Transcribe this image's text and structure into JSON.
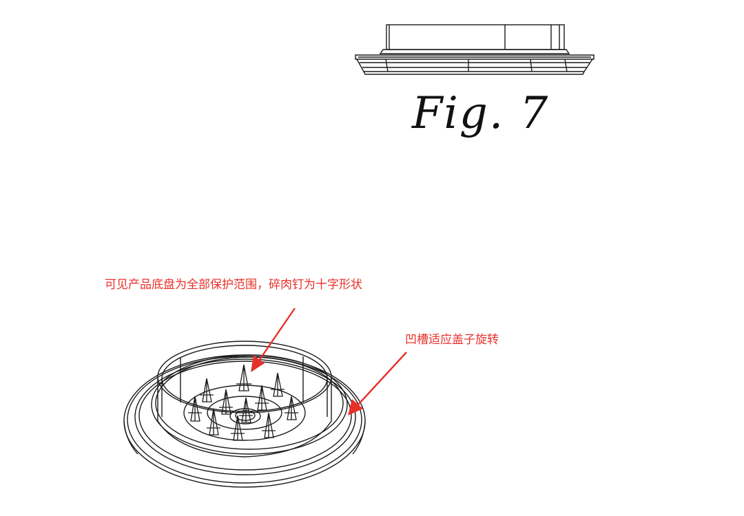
{
  "figure": {
    "caption": "Fig. 7"
  },
  "annotations": [
    {
      "text": "可见产品底盘为全部保护范围，碎肉钉为十字形状"
    },
    {
      "text": "凹槽适应盖子旋转"
    }
  ],
  "colors": {
    "annotation": "#e8302a",
    "line_art": "#1a1a1a"
  }
}
